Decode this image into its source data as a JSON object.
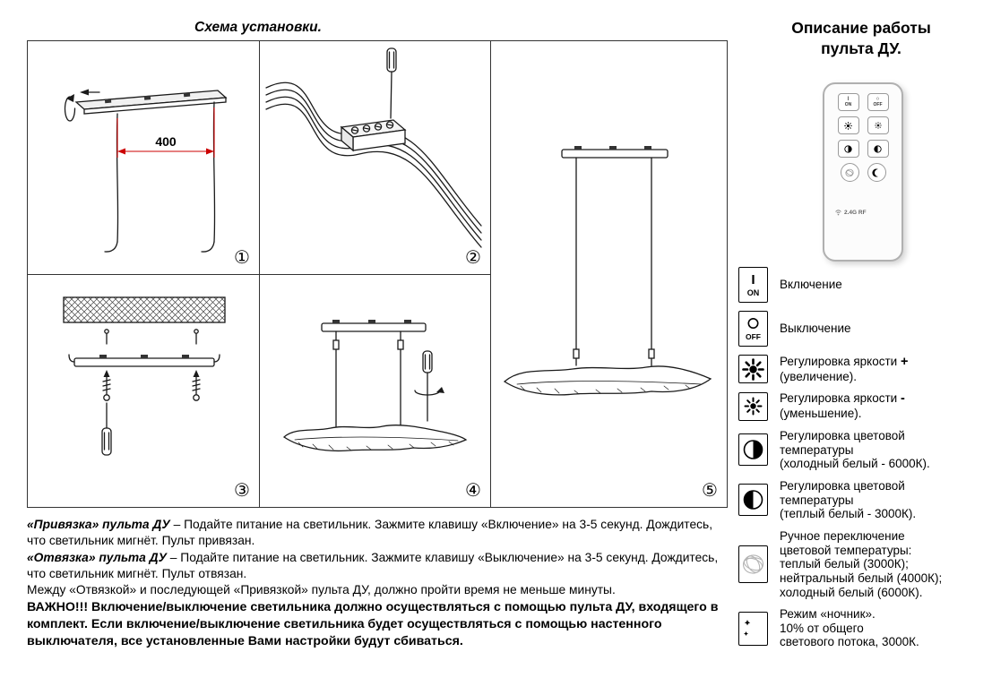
{
  "installation": {
    "title": "Схема установки.",
    "dimension_label": "400",
    "dimension_color": "#cc0000",
    "panel_numbers": [
      "①",
      "②",
      "③",
      "④",
      "⑤"
    ]
  },
  "remote": {
    "title_line1": "Описание работы",
    "title_line2": "пульта ДУ.",
    "btn_on_symbol": "I",
    "btn_on_label": "ON",
    "btn_off_symbol": "○",
    "btn_off_label": "OFF",
    "rf_label": "2.4G RF"
  },
  "legend": {
    "items": [
      {
        "key_label": "ON",
        "label": "Включение"
      },
      {
        "key_label": "OFF",
        "label": "Выключение"
      },
      {
        "label_main": "Регулировка яркости",
        "sign": "+",
        "label_sub": "(увеличение)."
      },
      {
        "label_main": "Регулировка яркости",
        "sign": "-",
        "label_sub": "(уменьшение)."
      },
      {
        "lines": [
          "Регулировка цветовой",
          "температуры",
          "(холодный белый - 6000К)."
        ]
      },
      {
        "lines": [
          "Регулировка цветовой",
          "температуры",
          "(теплый белый - 3000К)."
        ]
      },
      {
        "lines": [
          "Ручное переключение",
          "цветовой температуры:",
          "теплый белый (3000К);",
          "нейтральный белый (4000К);",
          "холодный белый (6000К)."
        ]
      },
      {
        "lines": [
          "Режим «ночник».",
          "10% от общего",
          "светового потока, 3000К."
        ]
      }
    ]
  },
  "notes": {
    "binding": {
      "lead": "«Привязка» пульта ДУ",
      "rest": " – Подайте питание на светильник. Зажмите клавишу «Включение» на 3-5 секунд. Дождитесь, что светильник мигнёт. Пульт привязан."
    },
    "unbinding": {
      "lead": "«Отвязка» пульта ДУ",
      "rest": " – Подайте питание на светильник. Зажмите клавишу «Выключение» на 3-5 секунд. Дождитесь, что светильник мигнёт. Пульт отвязан."
    },
    "rebind": "Между «Отвязкой» и последующей «Привязкой» пульта ДУ, должно пройти время не меньше минуты.",
    "important": {
      "lead": "ВАЖНО!!!",
      "rest": " Включение/выключение светильника должно осуществляться с помощью пульта ДУ, входящего в комплект. Если включение/выключение светильника будет осуществляться с помощью настенного выключателя, все установленные Вами настройки будут сбиваться."
    }
  }
}
